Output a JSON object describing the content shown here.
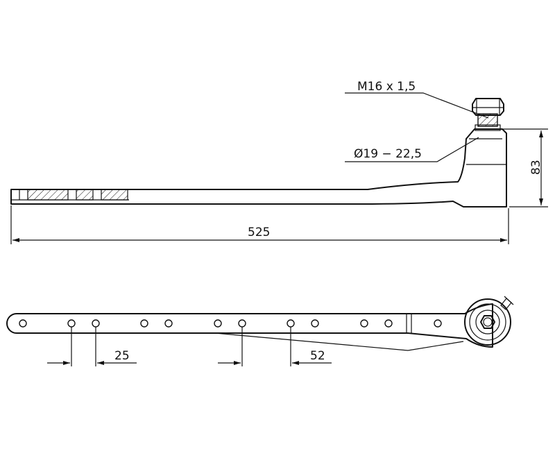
{
  "dimensions": {
    "thread_label": "M16 x 1,5",
    "bore_label": "Ø19 − 22,5",
    "height_label": "83",
    "length_label": "525",
    "hole_pitch_label": "25",
    "hole_group_pitch_label": "52"
  },
  "colors": {
    "line": "#111111",
    "background": "#ffffff"
  }
}
